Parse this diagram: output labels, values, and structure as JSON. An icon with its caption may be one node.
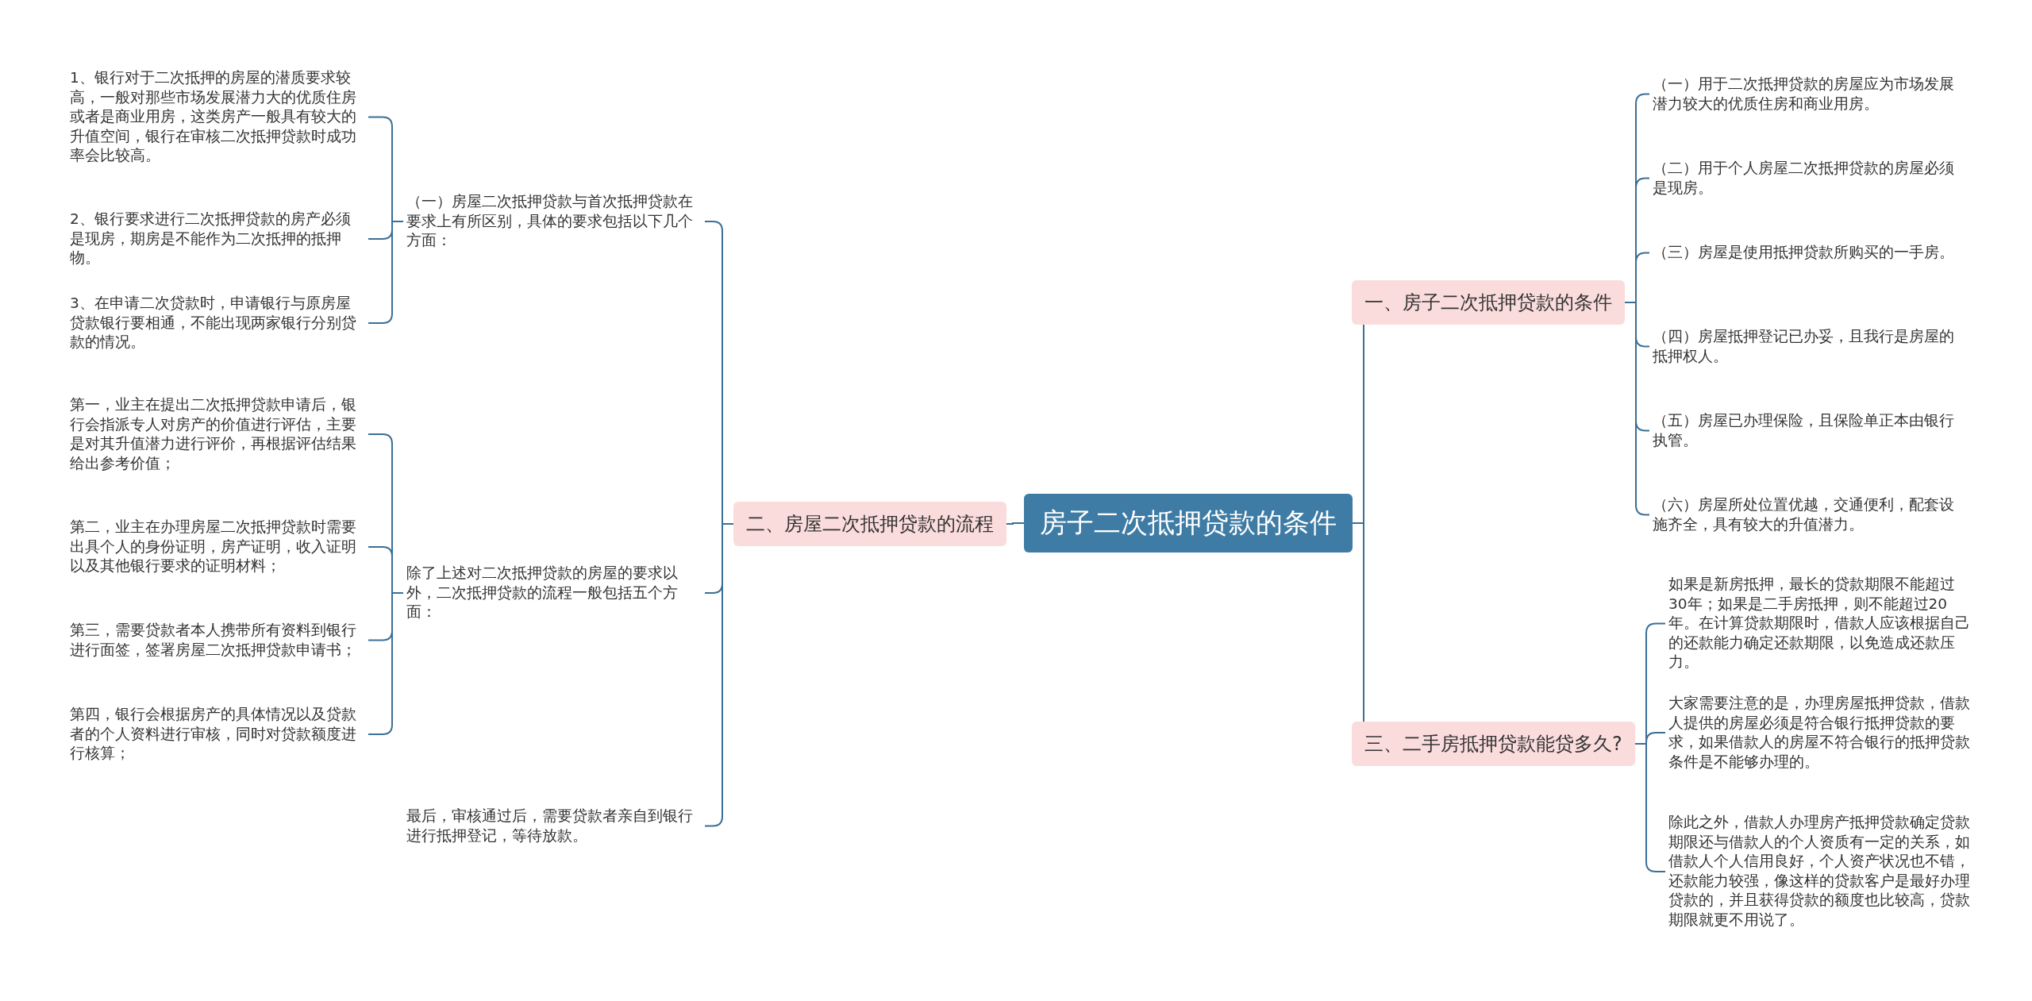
{
  "diagram": {
    "nodes": [
      {
        "text": [
          "房子二次抵押贷款的条件"
        ]
      },
      {
        "text": [
          "一、房子二次抵押贷款的条件"
        ]
      },
      {
        "text": [
          "（一）用于二次抵押贷款的房屋应为市场发展潜力较大的优质住房和商业用房。"
        ]
      },
      {
        "text": [
          "（二）用于个人房屋二次抵押贷款的房屋必须是现房。"
        ]
      },
      {
        "text": [
          "（三）房屋是使用抵押贷款所购买的一手房。"
        ]
      },
      {
        "text": [
          "（四）房屋抵押登记已办妥，且我行是房屋的抵押权人。"
        ]
      },
      {
        "text": [
          "（五）房屋已办理保险，且保险单正本由银行执管。"
        ]
      },
      {
        "text": [
          "（六）房屋所处位置优越，交通便利，配套设施齐全，具有较大的升值潜力。"
        ]
      },
      {
        "text": [
          "三、二手房抵押贷款能贷多久?"
        ]
      },
      {
        "text": [
          "如果是新房抵押，最长的贷款期限不能超过30年；如果是二手房抵押，则不能超过20年。在计算贷款期限时，借款人应该根据自己的还款能力确定还款期限，以免造成还款压力。"
        ]
      },
      {
        "text": [
          "大家需要注意的是，办理房屋抵押贷款，借款人提供的房屋必须是符合银行抵押贷款的要求，如果借款人的房屋不符合银行的抵押贷款条件是不能够办理的。"
        ]
      },
      {
        "text": [
          "除此之外，借款人办理房产抵押贷款确定贷款期限还与借款人的个人资质有一定的关系，如借款人个人信用良好，个人资产状况也不错，还款能力较强，像这样的贷款客户是最好办理贷款的，并且获得贷款的额度也比较高，贷款期限就更不用说了。"
        ]
      },
      {
        "text": [
          "二、房屋二次抵押贷款的流程"
        ]
      },
      {
        "text": [
          "（一）房屋二次抵押贷款与首次抵押贷款在要求上有所区别，具体的要求包括以下几个方面："
        ]
      },
      {
        "text": [
          "1、银行对于二次抵押的房屋的潜质要求较高，一般对那些市场发展潜力大的优质住房或者是商业用房，这类房产一般具有较大的升值空间，银行在审核二次抵押贷款时成功率会比较高。"
        ]
      },
      {
        "text": [
          "2、银行要求进行二次抵押贷款的房产必须是现房，期房是不能作为二次抵押的抵押物。"
        ]
      },
      {
        "text": [
          "3、在申请二次贷款时，申请银行与原房屋贷款银行要相通，不能出现两家银行分别贷款的情况。"
        ]
      },
      {
        "text": [
          "除了上述对二次抵押贷款的房屋的要求以外，二次抵押贷款的流程一般包括五个方面："
        ]
      },
      {
        "text": [
          "第一，业主在提出二次抵押贷款申请后，银行会指派专人对房产的价值进行评估，主要是对其升值潜力进行评价，再根据评估结果给出参考价值；"
        ]
      },
      {
        "text": [
          "第二，业主在办理房屋二次抵押贷款时需要出具个人的身份证明，房产证明，收入证明以及其他银行要求的证明材料；"
        ]
      },
      {
        "text": [
          "第三，需要贷款者本人携带所有资料到银行进行面签，签署房屋二次抵押贷款申请书；"
        ]
      },
      {
        "text": [
          "第四，银行会根据房产的具体情况以及贷款者的个人资料进行审核，同时对贷款额度进行核算；"
        ]
      },
      {
        "text": [
          "最后，审核通过后，需要贷款者亲自到银行进行抵押登记，等待放款。"
        ]
      }
    ],
    "edges": [
      {
        "from": 0,
        "to": 1,
        "arrow": "none"
      },
      {
        "from": 1,
        "to": 2,
        "arrow": "none"
      },
      {
        "from": 1,
        "to": 3,
        "arrow": "none"
      },
      {
        "from": 1,
        "to": 4,
        "arrow": "none"
      },
      {
        "from": 1,
        "to": 5,
        "arrow": "none"
      },
      {
        "from": 1,
        "to": 6,
        "arrow": "none"
      },
      {
        "from": 1,
        "to": 7,
        "arrow": "none"
      },
      {
        "from": 0,
        "to": 8,
        "arrow": "none"
      },
      {
        "from": 8,
        "to": 9,
        "arrow": "none"
      },
      {
        "from": 8,
        "to": 10,
        "arrow": "none"
      },
      {
        "from": 8,
        "to": 11,
        "arrow": "none"
      },
      {
        "from": 0,
        "to": 12,
        "arrow": "none"
      },
      {
        "from": 12,
        "to": 13,
        "arrow": "none"
      },
      {
        "from": 13,
        "to": 14,
        "arrow": "none"
      },
      {
        "from": 13,
        "to": 15,
        "arrow": "none"
      },
      {
        "from": 13,
        "to": 16,
        "arrow": "none"
      },
      {
        "from": 12,
        "to": 17,
        "arrow": "none"
      },
      {
        "from": 17,
        "to": 18,
        "arrow": "none"
      },
      {
        "from": 17,
        "to": 19,
        "arrow": "none"
      },
      {
        "from": 17,
        "to": 20,
        "arrow": "none"
      },
      {
        "from": 17,
        "to": 21,
        "arrow": "none"
      },
      {
        "from": 12,
        "to": 22,
        "arrow": "none"
      }
    ]
  }
}
